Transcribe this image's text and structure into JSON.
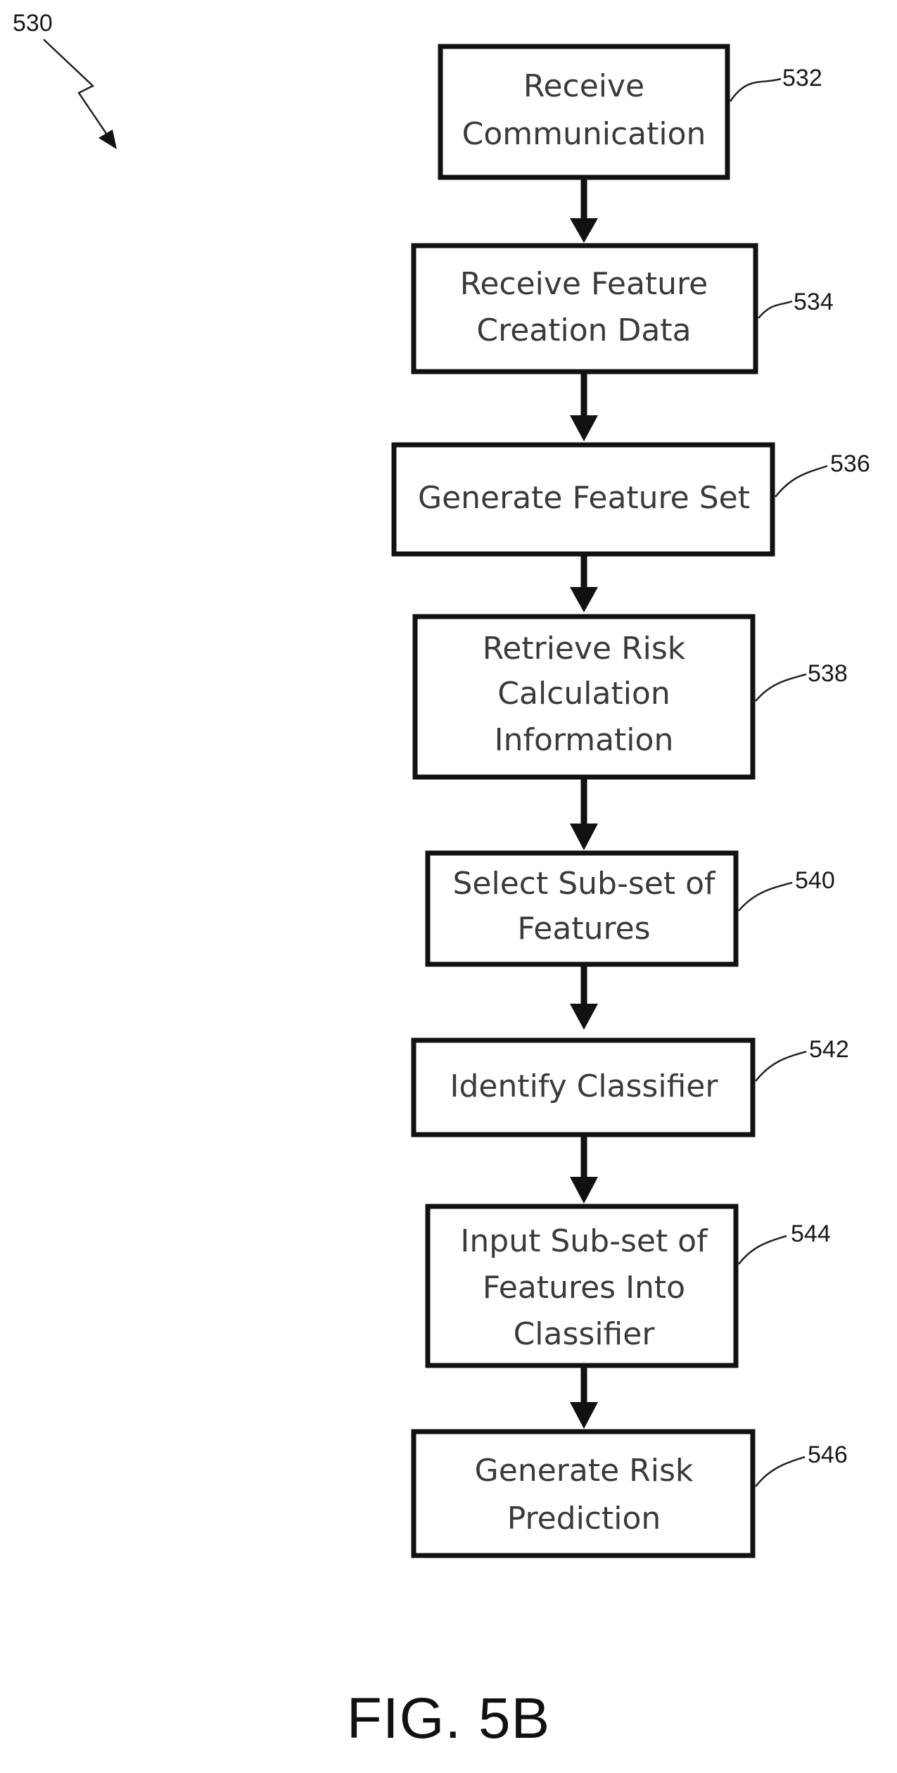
{
  "figure": {
    "ref": "530",
    "caption": "FIG. 5B"
  },
  "steps": [
    {
      "ref": "532",
      "lines": [
        "Receive",
        "Communication"
      ]
    },
    {
      "ref": "534",
      "lines": [
        "Receive Feature",
        "Creation Data"
      ]
    },
    {
      "ref": "536",
      "lines": [
        "Generate Feature Set"
      ]
    },
    {
      "ref": "538",
      "lines": [
        "Retrieve Risk",
        "Calculation",
        "Information"
      ]
    },
    {
      "ref": "540",
      "lines": [
        "Select Sub-set of",
        "Features"
      ]
    },
    {
      "ref": "542",
      "lines": [
        "Identify Classifier"
      ]
    },
    {
      "ref": "544",
      "lines": [
        "Input Sub-set of",
        "Features Into",
        "Classifier"
      ]
    },
    {
      "ref": "546",
      "lines": [
        "Generate Risk",
        "Prediction"
      ]
    }
  ],
  "colors": {
    "stroke": "#111111",
    "text": "#3a3a3a",
    "background": "#ffffff"
  }
}
